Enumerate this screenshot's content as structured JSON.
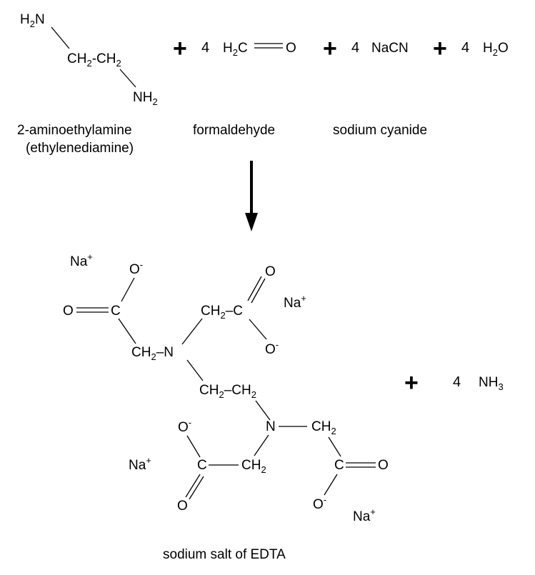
{
  "reactants": {
    "ethylenediamine": {
      "amine_top": "H2N",
      "chain": "CH2-CH2",
      "amine_bottom": "NH2",
      "name": "2-aminoethylamine",
      "alt_name": "(ethylenediamine)"
    },
    "formaldehyde": {
      "coefficient": "4",
      "formula": "H2C=O",
      "name": "formaldehyde"
    },
    "sodium_cyanide": {
      "coefficient": "4",
      "formula": "NaCN",
      "name": "sodium cyanide"
    },
    "water": {
      "coefficient": "4",
      "formula": "H2O"
    },
    "plus": "+"
  },
  "product": {
    "name": "sodium salt of EDTA",
    "counter_ion": "Na+",
    "atoms": {
      "N": "N",
      "C": "C",
      "O": "O",
      "O_minus": "O-",
      "CH2": "CH2"
    }
  },
  "byproduct": {
    "coefficient": "4",
    "formula": "NH3"
  }
}
